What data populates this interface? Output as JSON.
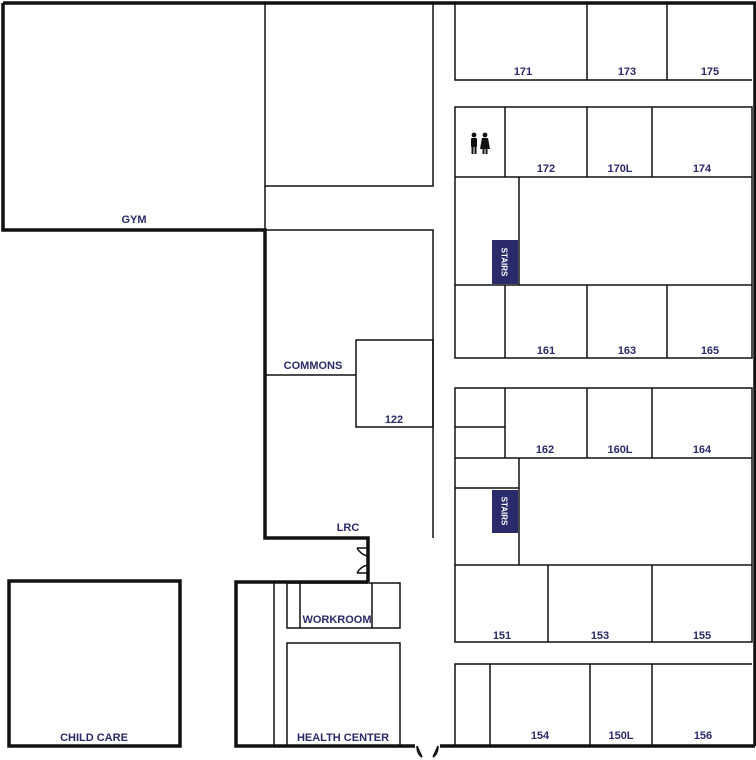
{
  "rooms": {
    "gym": "GYM",
    "commons": "COMMONS",
    "lrc": "LRC",
    "r122": "122",
    "child_care": "CHILD CARE",
    "workroom": "WORKROOM",
    "health_center": "HEALTH CENTER",
    "r171": "171",
    "r173": "173",
    "r175": "175",
    "r172": "172",
    "r170l": "170L",
    "r174": "174",
    "r161": "161",
    "r163": "163",
    "r165": "165",
    "r162": "162",
    "r160l": "160L",
    "r164": "164",
    "r151": "151",
    "r153": "153",
    "r155": "155",
    "r154": "154",
    "r150l": "150L",
    "r156": "156"
  },
  "stairs": {
    "upper": "STAIRS",
    "lower": "STAIRS"
  },
  "icons": {
    "restroom": "restroom-icon",
    "door": "door-icon"
  },
  "colors": {
    "label": "#2b2a6b",
    "stairs_fill": "#2b2a6b",
    "wall": "#111111"
  }
}
